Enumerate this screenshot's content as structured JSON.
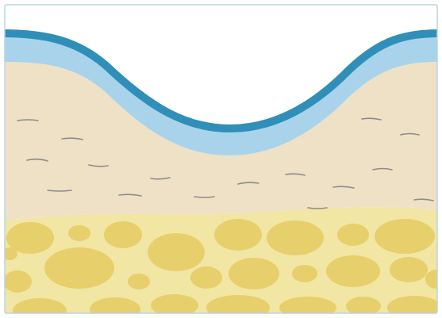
{
  "diagram": {
    "colors": {
      "background": "#ffffff",
      "frame": "#b9d6e0",
      "skin_surface": "#2f8fb8",
      "skin_layer": "#a9d3ea",
      "dermis": "#efe1c6",
      "subcutaneous_fat": "#f1e6a3",
      "fat_cell": "#e7cf6c",
      "fibers": "#8c8c8c"
    },
    "icons": [
      "skin-surface-line",
      "epidermis-layer",
      "dermis-layer",
      "fat-layer",
      "fat-cell",
      "collagen-fiber"
    ]
  }
}
